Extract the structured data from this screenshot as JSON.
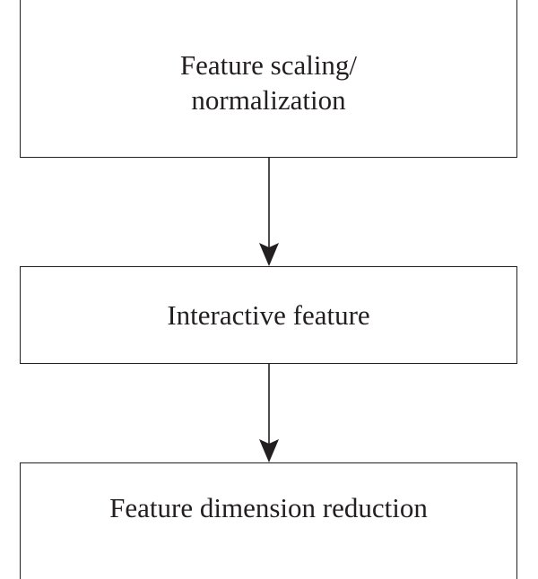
{
  "diagram": {
    "nodes": [
      {
        "id": "feature-scaling",
        "label_line1": "Feature scaling/",
        "label_line2": "normalization"
      },
      {
        "id": "interactive-feature",
        "label": "Interactive feature"
      },
      {
        "id": "dimension-reduction",
        "label": "Feature dimension reduction"
      }
    ],
    "edges": [
      {
        "from": "feature-scaling",
        "to": "interactive-feature"
      },
      {
        "from": "interactive-feature",
        "to": "dimension-reduction"
      }
    ]
  },
  "colors": {
    "stroke": "#231f20",
    "background": "#ffffff"
  }
}
